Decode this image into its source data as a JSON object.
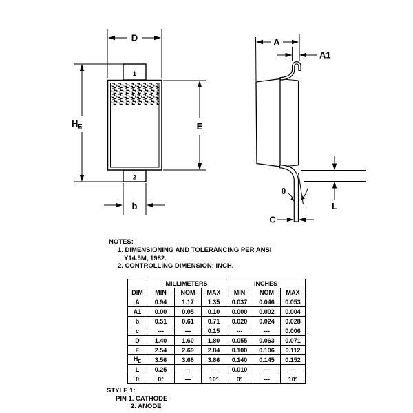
{
  "drawing": {
    "front_view": {
      "dim_d": "D",
      "dim_he": "H",
      "dim_he_sub": "E",
      "dim_e": "E",
      "dim_b": "b",
      "pin1": "1",
      "pin2": "2"
    },
    "side_view": {
      "dim_a": "A",
      "dim_a1": "A1",
      "dim_l": "L",
      "dim_c": "C",
      "dim_theta": "θ"
    }
  },
  "notes": {
    "title": "NOTES:",
    "line1": "1. DIMENSIONING AND TOLERANCING PER ANSI",
    "line2": "Y14.5M, 1982.",
    "line3": "2. CONTROLLING DIMENSION: INCH."
  },
  "table": {
    "group_headers": [
      "MILLIMETERS",
      "INCHES"
    ],
    "col_headers": [
      "DIM",
      "MIN",
      "NOM",
      "MAX",
      "MIN",
      "NOM",
      "MAX"
    ],
    "rows": [
      {
        "dim": "A",
        "dim_sub": "",
        "mm": [
          "0.94",
          "1.17",
          "1.35"
        ],
        "in": [
          "0.037",
          "0.046",
          "0.053"
        ]
      },
      {
        "dim": "A1",
        "dim_sub": "",
        "mm": [
          "0.00",
          "0.05",
          "0.10"
        ],
        "in": [
          "0.000",
          "0.002",
          "0.004"
        ]
      },
      {
        "dim": "b",
        "dim_sub": "",
        "mm": [
          "0.51",
          "0.61",
          "0.71"
        ],
        "in": [
          "0.020",
          "0.024",
          "0.028"
        ]
      },
      {
        "dim": "c",
        "dim_sub": "",
        "mm": [
          "---",
          "---",
          "0.15"
        ],
        "in": [
          "---",
          "---",
          "0.006"
        ]
      },
      {
        "dim": "D",
        "dim_sub": "",
        "mm": [
          "1.40",
          "1.60",
          "1.80"
        ],
        "in": [
          "0.055",
          "0.063",
          "0.071"
        ]
      },
      {
        "dim": "E",
        "dim_sub": "",
        "mm": [
          "2.54",
          "2.69",
          "2.84"
        ],
        "in": [
          "0.100",
          "0.106",
          "0.112"
        ]
      },
      {
        "dim": "H",
        "dim_sub": "E",
        "mm": [
          "3.56",
          "3.68",
          "3.86"
        ],
        "in": [
          "0.140",
          "0.145",
          "0.152"
        ]
      },
      {
        "dim": "L",
        "dim_sub": "",
        "mm": [
          "0.25",
          "---",
          "---"
        ],
        "in": [
          "0.010",
          "---",
          "---"
        ]
      },
      {
        "dim": "θ",
        "dim_sub": "",
        "mm": [
          "0°",
          "---",
          "10°"
        ],
        "in": [
          "0°",
          "---",
          "10°"
        ]
      }
    ]
  },
  "style_note": {
    "line1": "STYLE 1:",
    "line2": "PIN 1. CATHODE",
    "line3": "2. ANODE"
  },
  "colors": {
    "line": "#000000",
    "background": "#ffffff"
  }
}
